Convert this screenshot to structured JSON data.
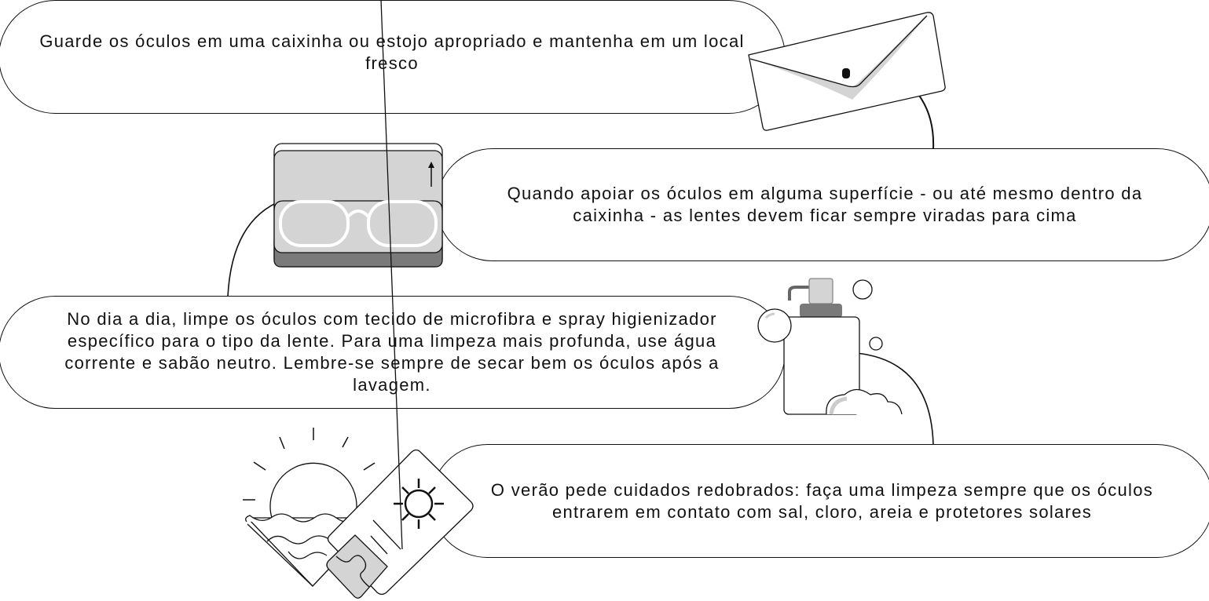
{
  "tips": [
    {
      "text": "Guarde os óculos em uma caixinha ou estojo apropriado e mantenha em um local fresco",
      "icon": "envelope-case-icon"
    },
    {
      "text": "Quando apoiar os óculos em alguma superfície - ou até mesmo dentro da caixinha - as lentes devem ficar sempre viradas para cima",
      "icon": "glasses-case-icon"
    },
    {
      "text": "No dia a dia, limpe os óculos com tecido de microfibra e spray higienizador específico para o tipo da lente. Para uma limpeza mais profunda, use água corrente e sabão neutro. Lembre-se sempre de secar bem os óculos após a lavagem.",
      "icon": "soap-dispenser-icon"
    },
    {
      "text": "O verão pede cuidados redobrados: faça uma limpeza sempre que os óculos entrarem em contato com sal, cloro, areia e protetores solares",
      "icon": "sunscreen-beach-icon"
    }
  ],
  "colors": {
    "stroke": "#111111",
    "light_gray": "#d4d4d4",
    "mid_gray": "#a0a0a0",
    "dark_gray": "#7a7a7a"
  }
}
